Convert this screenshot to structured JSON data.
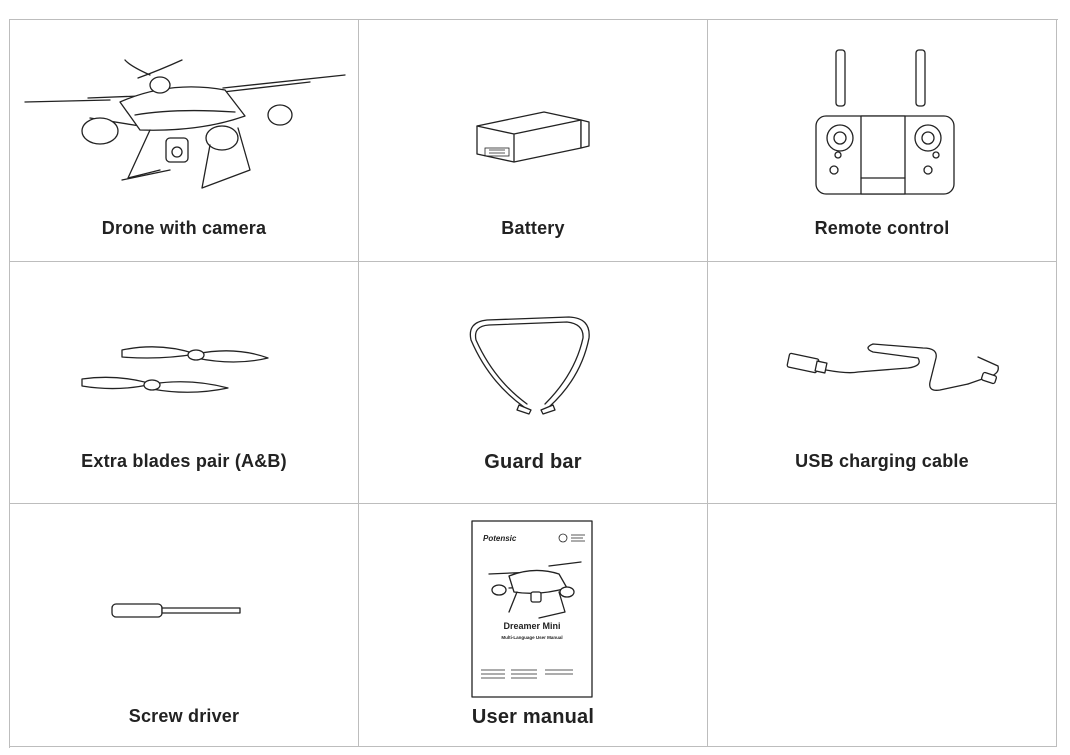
{
  "items": [
    {
      "label": "Drone with camera",
      "icon": "drone-icon"
    },
    {
      "label": "Battery",
      "icon": "battery-icon"
    },
    {
      "label": "Remote control",
      "icon": "remote-control-icon"
    },
    {
      "label": "Extra blades pair (A&B)",
      "icon": "propeller-blades-icon"
    },
    {
      "label": "Guard bar",
      "icon": "guard-bar-icon"
    },
    {
      "label": "USB charging cable",
      "icon": "usb-cable-icon"
    },
    {
      "label": "Screw driver",
      "icon": "screwdriver-icon"
    },
    {
      "label": "User manual",
      "icon": "user-manual-icon"
    }
  ],
  "manual": {
    "brand": "Potensic",
    "title": "Dreamer Mini",
    "subtitle": "Multi-Language User Manual"
  },
  "colors": {
    "line": "#222222",
    "border": "#bdbdbd",
    "background": "#ffffff"
  }
}
